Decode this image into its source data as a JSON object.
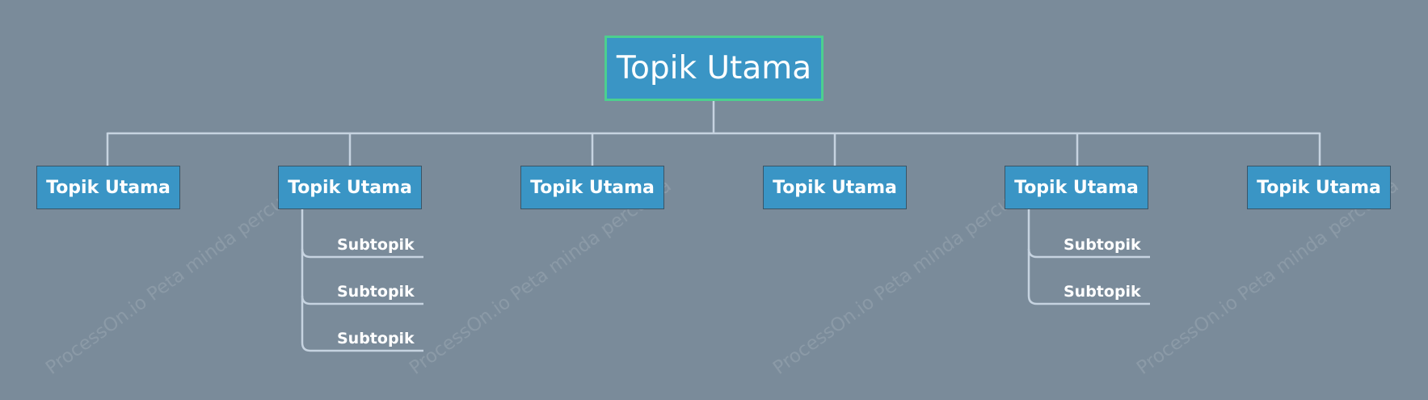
{
  "watermark": "ProcessOn.io Peta minda percuma",
  "root": {
    "label": "Topik Utama"
  },
  "topics": [
    {
      "label": "Topik Utama",
      "subtopics": []
    },
    {
      "label": "Topik Utama",
      "subtopics": [
        "Subtopik",
        "Subtopik",
        "Subtopik"
      ]
    },
    {
      "label": "Topik Utama",
      "subtopics": []
    },
    {
      "label": "Topik Utama",
      "subtopics": []
    },
    {
      "label": "Topik Utama",
      "subtopics": [
        "Subtopik",
        "Subtopik"
      ]
    },
    {
      "label": "Topik Utama",
      "subtopics": []
    }
  ],
  "colors": {
    "background": "#7a8b9a",
    "node_fill": "#3a95c5",
    "node_border": "#3a5466",
    "root_border": "#4ccf8f",
    "connector": "#c6d3e0",
    "text": "#ffffff"
  }
}
